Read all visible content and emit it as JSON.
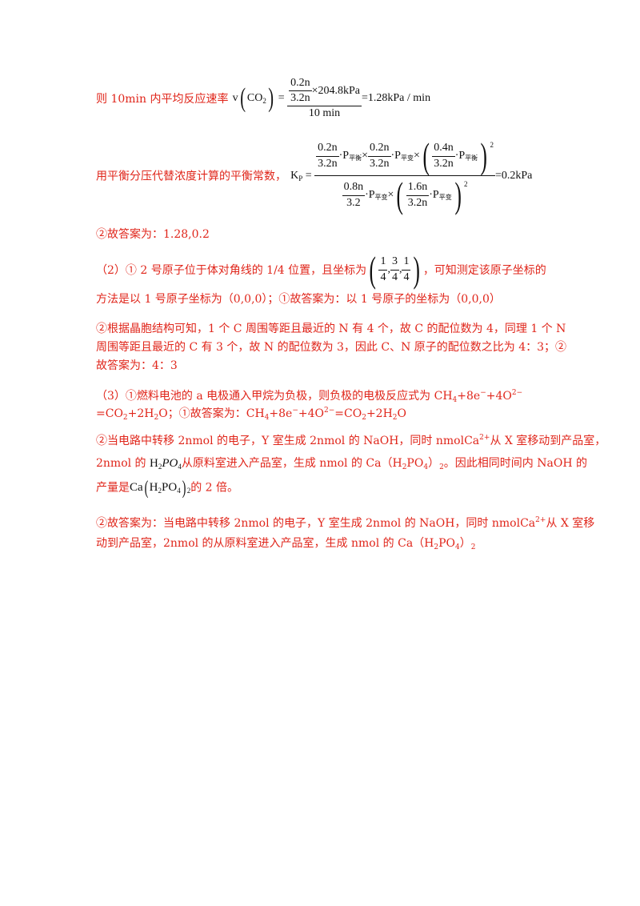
{
  "blocks": {
    "rate_label": "则 10min 内平均反应速率",
    "rate_v": "v",
    "rate_co2": "CO",
    "rate_num_top": "0.2n",
    "rate_num_mid": "3.2n",
    "rate_num_mul": "×204.8kPa",
    "rate_den": "10 min",
    "rate_result": "=1.28kPa / min",
    "kp_label": "用平衡分压代替浓度计算的平衡常数，",
    "kp_symbol": "K",
    "kp_p": "P",
    "kp_eq": "=",
    "kp_f1_num": "0.2n",
    "kp_f1_den": "3.2n",
    "kp_p_label": "·P",
    "kp_pingheng": "平衡",
    "kp_f2_num": "0.2n",
    "kp_f2_den": "3.2n",
    "kp_pingtai": "平变",
    "kp_f3_num": "0.4n",
    "kp_f3_den": "3.2n",
    "kp_sq": "2",
    "kp_d1_num": "0.8n",
    "kp_d1_den": "3.2",
    "kp_d2_num": "1.6n",
    "kp_d2_den": "3.2n",
    "kp_pingbian": "平变",
    "kp_result": "=0.2kPa",
    "ans1": "②故答案为：1.28,0.2",
    "p2_a": "（2）① 2 号原子位于体对角线的 1/4 位置，且坐标为",
    "p2_c1": "1",
    "p2_c2": "3",
    "p2_c3": "1",
    "p2_d": "4",
    "p2_b": "，可知测定该原子坐标的",
    "p2_line2": "方法是以 1 号原子坐标为（0,0,0）；①故答案为：以 1 号原子的坐标为（0,0,0）",
    "p3_line1": "②根据晶胞结构可知，1 个 C 周围等距且最近的 N 有 4 个，故 C 的配位数为 4，同理 1 个 N",
    "p3_line2": "周围等距且最近的 C 有 3 个，故 N 的配位数为 3，因此 C、N 原子的配位数之比为 4：3；②",
    "p3_line3": "故答案为：4：3",
    "p4_line1a": "（3）①燃料电池的 a 电极通入甲烷为负极，则负极的电极反应式为 CH",
    "p4_line1b": "+8e",
    "p4_line1c": "+4O",
    "p4_line2a": "=CO",
    "p4_line2b": "+2H",
    "p4_line2c": "O；①故答案为：CH",
    "p4_line2d": "+8e",
    "p4_line2e": "+4O",
    "p4_line2f": "=CO",
    "p4_line2g": "+2H",
    "p4_line2h": "O",
    "p5_line1a": "②当电路中转移 2nmol 的电子，Y 室生成 2nmol 的 NaOH，同时 nmolCa",
    "p5_line1b": "从 X 室移动到产品室，",
    "p5_line2a": "2nmol 的",
    "p5_h2po4": "H",
    "p5_line2b": "从原料室进入产品室，生成 nmol 的 Ca（H",
    "p5_line2c": "PO",
    "p5_line2d": "）",
    "p5_line2e": "。因此相同时间内 NaOH 的",
    "p5_line3a": "产量是",
    "p5_line3b": "的 2 倍。",
    "p6_line1a": "②故答案为：当电路中转移 2nmol 的电子，Y 室生成 2nmol 的 NaOH，同时 nmolCa",
    "p6_line1b": "从 X 室移",
    "p6_line2a": "动到产品室，2nmol 的从原料室进入产品室，生成 nmol 的 Ca（H",
    "p6_line2b": "PO",
    "p6_line2c": "）",
    "sub2": "2",
    "sub4": "4",
    "sup_minus": "−",
    "sup_2minus": "2−",
    "sup_2plus": "2+"
  }
}
